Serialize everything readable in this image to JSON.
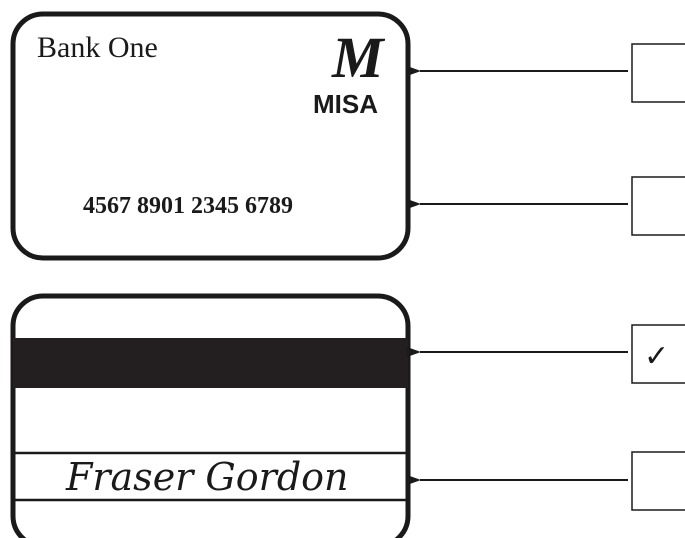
{
  "card_front": {
    "bank_name": "Bank One",
    "brand_logo_letter": "M",
    "brand_name": "MISA",
    "card_number": "4567 8901 2345 6789"
  },
  "card_back": {
    "signature": "Fraser Gordon"
  },
  "checkboxes": [
    {
      "checked": false,
      "mark": ""
    },
    {
      "checked": false,
      "mark": ""
    },
    {
      "checked": true,
      "mark": "✓"
    },
    {
      "checked": false,
      "mark": ""
    }
  ],
  "colors": {
    "ink": "#1a1a1a",
    "magnetic_stripe": "#231f20",
    "background": "#ffffff"
  }
}
